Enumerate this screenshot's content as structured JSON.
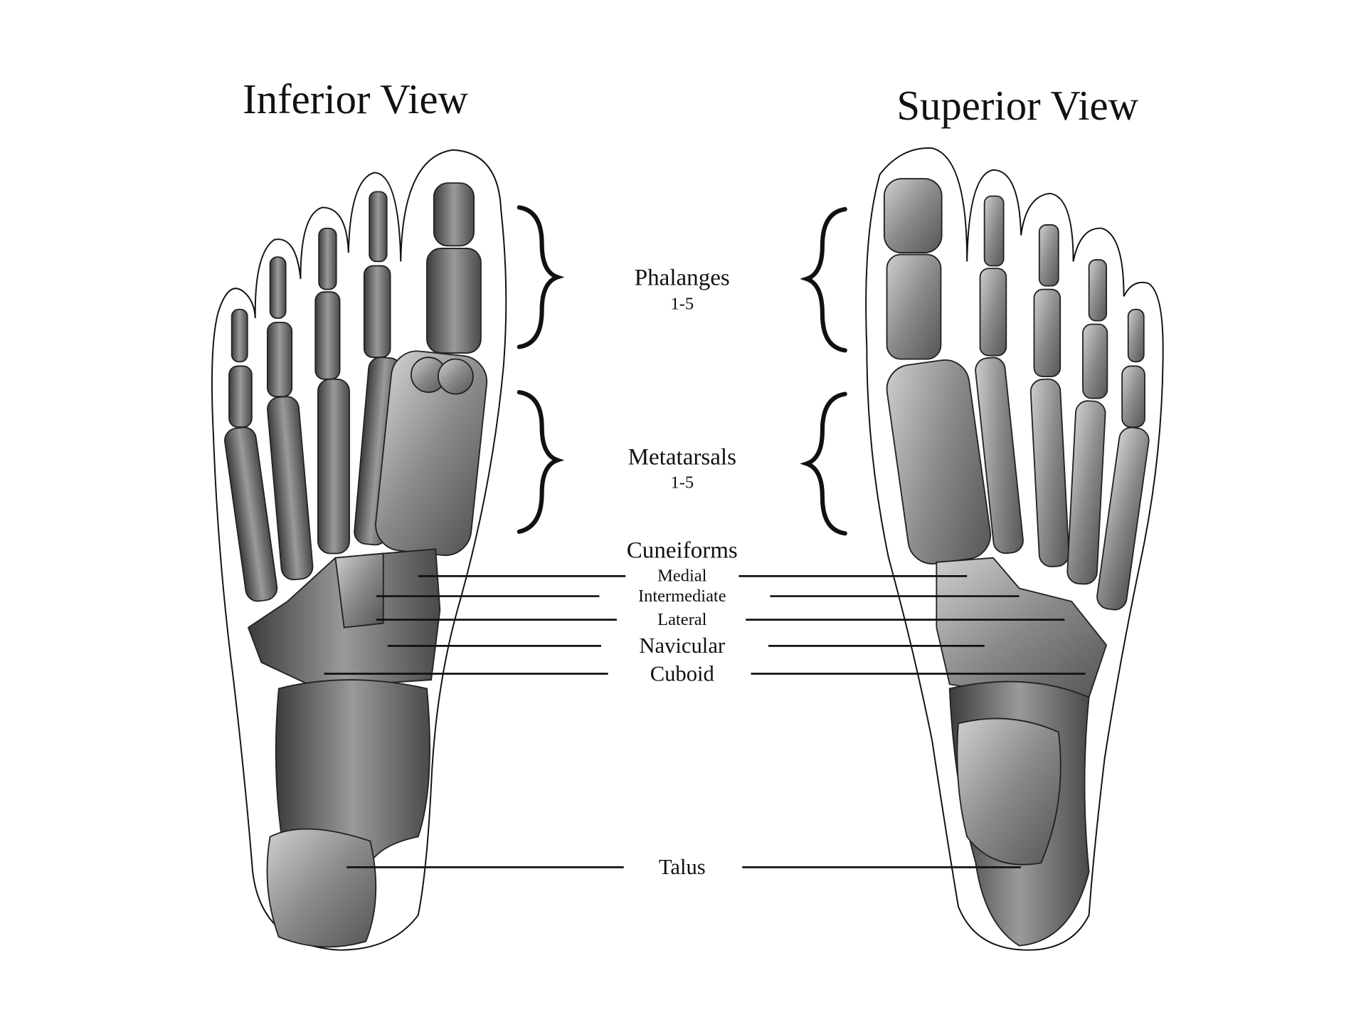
{
  "titles": {
    "left": "Inferior View",
    "right": "Superior View"
  },
  "labels": {
    "phalanges": "Phalanges",
    "phalanges_range": "1-5",
    "metatarsals": "Metatarsals",
    "metatarsals_range": "1-5",
    "cuneiforms": "Cuneiforms",
    "medial": "Medial",
    "intermediate": "Intermediate",
    "lateral": "Lateral",
    "navicular": "Navicular",
    "cuboid": "Cuboid",
    "talus": "Talus"
  }
}
